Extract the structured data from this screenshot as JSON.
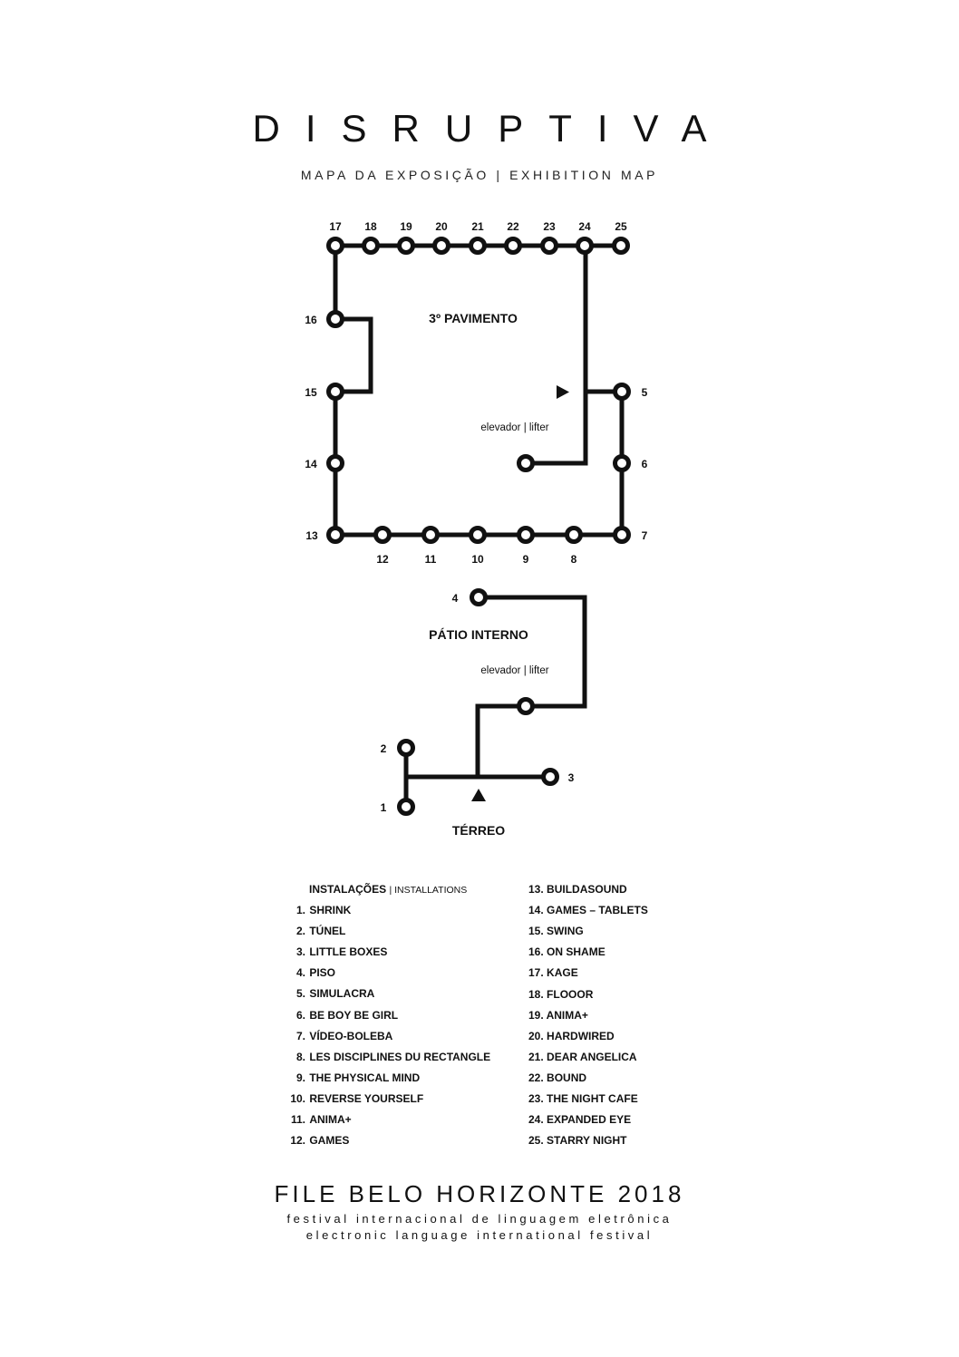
{
  "header": {
    "title": "DISRUPTIVA",
    "subtitle": "MAPA DA EXPOSIÇÃO | EXHIBITION MAP"
  },
  "map": {
    "floor3_label": "3º PAVIMENTO",
    "patio_label": "PÁTIO INTERNO",
    "ground_label": "TÉRREO",
    "lift_label_upper": "elevador | lifter",
    "lift_label_lower": "elevador | lifter",
    "stations": [
      "1",
      "2",
      "3",
      "4",
      "5",
      "6",
      "7",
      "8",
      "9",
      "10",
      "11",
      "12",
      "13",
      "14",
      "15",
      "16",
      "17",
      "18",
      "19",
      "20",
      "21",
      "22",
      "23",
      "24",
      "25"
    ]
  },
  "legend": {
    "heading": "INSTALAÇÕES",
    "heading_sub": "| INSTALLATIONS",
    "items": [
      {
        "num": "1.",
        "name": "SHRINK"
      },
      {
        "num": "2.",
        "name": "TÚNEL"
      },
      {
        "num": "3.",
        "name": "LITTLE BOXES"
      },
      {
        "num": "4.",
        "name": "PISO"
      },
      {
        "num": "5.",
        "name": "SIMULACRA"
      },
      {
        "num": "6.",
        "name": "BE BOY BE GIRL"
      },
      {
        "num": "7.",
        "name": "VÍDEO-BOLEBA"
      },
      {
        "num": "8.",
        "name": "LES DISCIPLINES DU RECTANGLE"
      },
      {
        "num": "9.",
        "name": "THE PHYSICAL MIND"
      },
      {
        "num": "10.",
        "name": "REVERSE YOURSELF"
      },
      {
        "num": "11.",
        "name": "ANIMA+"
      },
      {
        "num": "12.",
        "name": "GAMES"
      },
      {
        "num": "13.",
        "name": "BUILDASOUND"
      },
      {
        "num": "14.",
        "name": "GAMES – TABLETS"
      },
      {
        "num": "15.",
        "name": "SWING"
      },
      {
        "num": "16.",
        "name": "ON SHAME"
      },
      {
        "num": "17.",
        "name": "KAGE"
      },
      {
        "num": "18.",
        "name": "FLOOOR"
      },
      {
        "num": "19.",
        "name": "ANIMA+"
      },
      {
        "num": "20.",
        "name": "HARDWIRED"
      },
      {
        "num": "21.",
        "name": "DEAR ANGELICA"
      },
      {
        "num": "22.",
        "name": "BOUND"
      },
      {
        "num": "23.",
        "name": "THE NIGHT CAFE"
      },
      {
        "num": "24.",
        "name": "EXPANDED EYE"
      },
      {
        "num": "25.",
        "name": "STARRY NIGHT"
      }
    ]
  },
  "footer": {
    "title": "FILE BELO HORIZONTE 2018",
    "line1": "festival internacional de linguagem eletrônica",
    "line2": "electronic language international festival"
  }
}
